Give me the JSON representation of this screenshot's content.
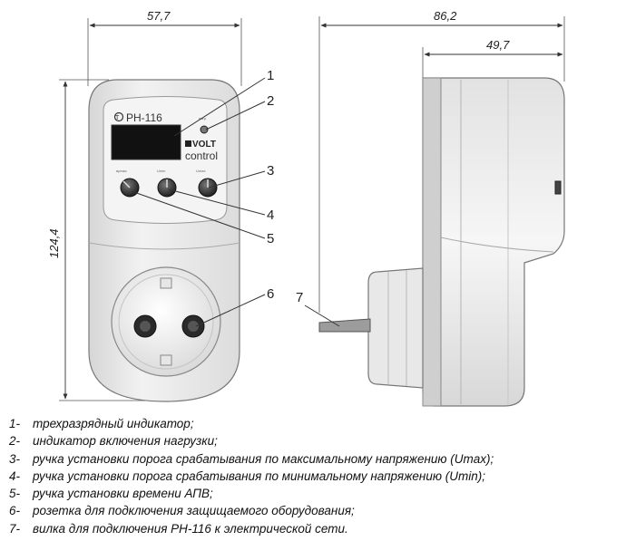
{
  "dimensions": {
    "front_width": "57,7",
    "front_height": "124,4",
    "side_total_depth": "86,2",
    "side_body_depth": "49,7"
  },
  "device_labels": {
    "model": "РН-116",
    "brand_line1": "VOLT",
    "brand_line2": "control"
  },
  "callouts": [
    "1",
    "2",
    "3",
    "4",
    "5",
    "6",
    "7"
  ],
  "legend": [
    {
      "num": "1-",
      "text": "трехразрядный  индикатор;"
    },
    {
      "num": "2-",
      "text": "индикатор включения нагрузки;"
    },
    {
      "num": "3-",
      "text": "ручка установки порога срабатывания по максимальному напряжению (Umax);"
    },
    {
      "num": "4-",
      "text": "ручка установки порога срабатывания по минимальному напряжению (Umin);"
    },
    {
      "num": "5-",
      "text": "ручка установки времени АПВ;"
    },
    {
      "num": "6-",
      "text": "розетка для подключения защищаемого оборудования;"
    },
    {
      "num": "7-",
      "text": "вилка для подключения РН-116 к электрической сети."
    }
  ]
}
